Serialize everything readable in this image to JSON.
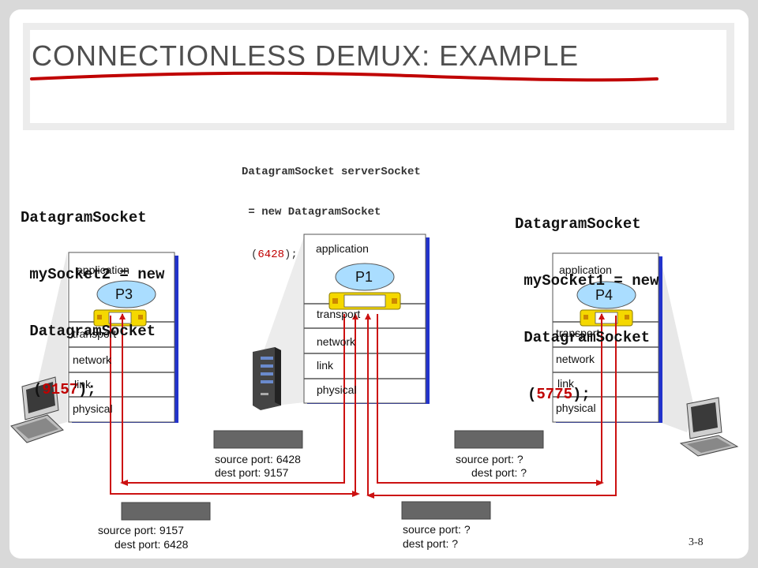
{
  "slide": {
    "title": "CONNECTIONLESS DEMUX: EXAMPLE",
    "number": "3-8"
  },
  "code": {
    "left": [
      "DatagramSocket",
      " mySocket2 = new",
      " DatagramSocket"
    ],
    "left_port": "9157",
    "center": [
      "DatagramSocket serverSocket",
      " = new DatagramSocket"
    ],
    "center_port": "6428",
    "right": [
      "DatagramSocket",
      " mySocket1 = new",
      " DatagramSocket"
    ],
    "right_port": "5775"
  },
  "hosts": {
    "left": {
      "process": "P3",
      "layers": [
        "application",
        "transport",
        "network",
        "link",
        "physical"
      ]
    },
    "center": {
      "process": "P1",
      "layers": [
        "application",
        "transport",
        "network",
        "link",
        "physical"
      ]
    },
    "right": {
      "process": "P4",
      "layers": [
        "application",
        "transport",
        "network",
        "link",
        "physical"
      ]
    }
  },
  "segments": {
    "server_to_left": {
      "src": "source port: 6428",
      "dst": "dest port: 9157"
    },
    "left_to_server": {
      "src": "source port: 9157",
      "dst": "dest port: 6428"
    },
    "server_to_right": {
      "src": "source port: ?",
      "dst": "dest port: ?"
    },
    "right_to_server": {
      "src": "source port: ?",
      "dst": "dest port: ?"
    }
  },
  "colors": {
    "accent_red": "#c00000",
    "arrow_red": "#cc1111",
    "layer_blue": "#2233cc",
    "segment_gray": "#666666"
  }
}
